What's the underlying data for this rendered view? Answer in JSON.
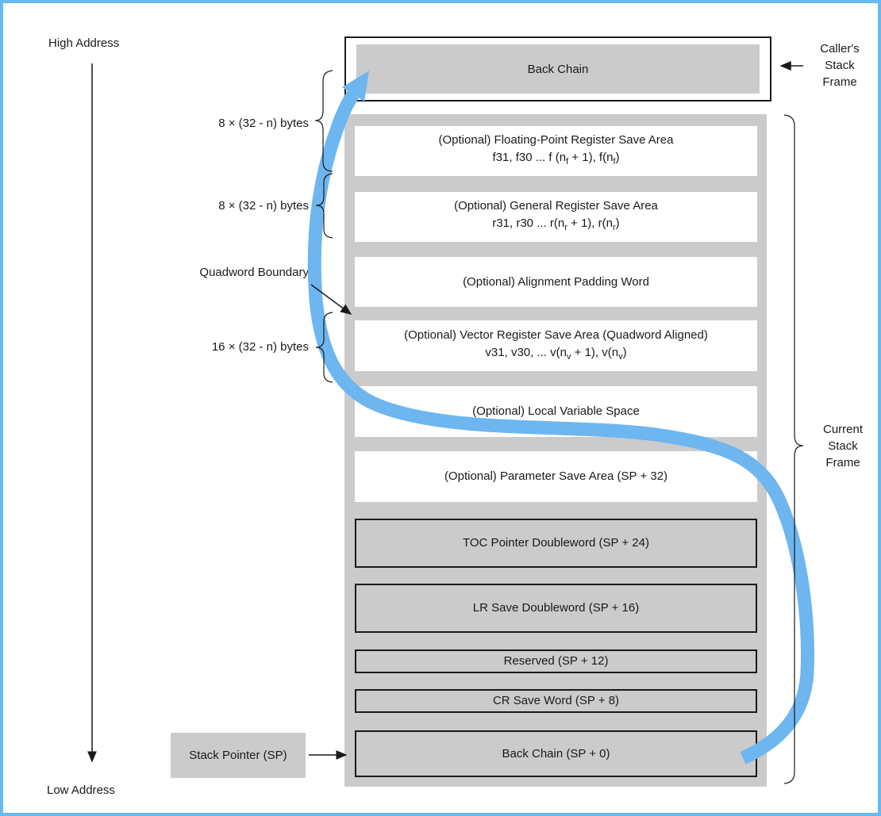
{
  "colors": {
    "accent_blue": "#6db6f0",
    "border_blue": "#66b9f1",
    "box_gray": "#cbcbcb",
    "line_black": "#1a1a1a"
  },
  "axis": {
    "high_address": "High Address",
    "low_address": "Low Address"
  },
  "caller_frame": {
    "box_label": "Back Chain",
    "side_label_lines": [
      "Caller's",
      "Stack",
      "Frame"
    ]
  },
  "current_frame": {
    "side_label_lines": [
      "Current",
      "Stack",
      "Frame"
    ],
    "boxes": [
      {
        "name": "fp-register-save-area",
        "kind": "optional",
        "line1": "(Optional) Floating-Point Register Save Area",
        "line2": [
          {
            "t": "f31, f30 ... f (n"
          },
          {
            "s": "f"
          },
          {
            "t": " + 1), f(n"
          },
          {
            "s": "f"
          },
          {
            "t": ")"
          }
        ]
      },
      {
        "name": "general-register-save-area",
        "kind": "optional",
        "line1": "(Optional) General Register Save Area",
        "line2": [
          {
            "t": "r31, r30 ... r(n"
          },
          {
            "s": "r"
          },
          {
            "t": " + 1), r(n"
          },
          {
            "s": "r"
          },
          {
            "t": ")"
          }
        ]
      },
      {
        "name": "alignment-padding-word",
        "kind": "optional",
        "line1": "(Optional) Alignment Padding Word"
      },
      {
        "name": "vector-register-save-area",
        "kind": "optional",
        "line1": "(Optional) Vector Register Save Area (Quadword Aligned)",
        "line2": [
          {
            "t": "v31, v30, ... v(n"
          },
          {
            "s": "v"
          },
          {
            "t": " + 1), v(n"
          },
          {
            "s": "v"
          },
          {
            "t": ")"
          }
        ]
      },
      {
        "name": "local-variable-space",
        "kind": "optional",
        "line1": "(Optional) Local Variable Space"
      },
      {
        "name": "parameter-save-area",
        "kind": "optional",
        "line1": "(Optional) Parameter Save Area (SP + 32)"
      },
      {
        "name": "toc-pointer-doubleword",
        "kind": "saved",
        "line1": "TOC Pointer Doubleword (SP + 24)"
      },
      {
        "name": "lr-save-doubleword",
        "kind": "saved",
        "line1": "LR Save Doubleword (SP + 16)"
      },
      {
        "name": "reserved-word",
        "kind": "saved",
        "line1": "Reserved (SP + 12)"
      },
      {
        "name": "cr-save-word",
        "kind": "saved",
        "line1": "CR Save Word (SP + 8)"
      },
      {
        "name": "back-chain-sp0",
        "kind": "saved",
        "line1": "Back Chain (SP + 0)"
      }
    ]
  },
  "annotations": {
    "size_fp": "8 × (32 - n) bytes",
    "size_gr": "8 × (32 - n) bytes",
    "size_vr": "16 × (32 - n) bytes",
    "quadword_boundary": "Quadword Boundary",
    "stack_pointer": "Stack Pointer (SP)"
  }
}
